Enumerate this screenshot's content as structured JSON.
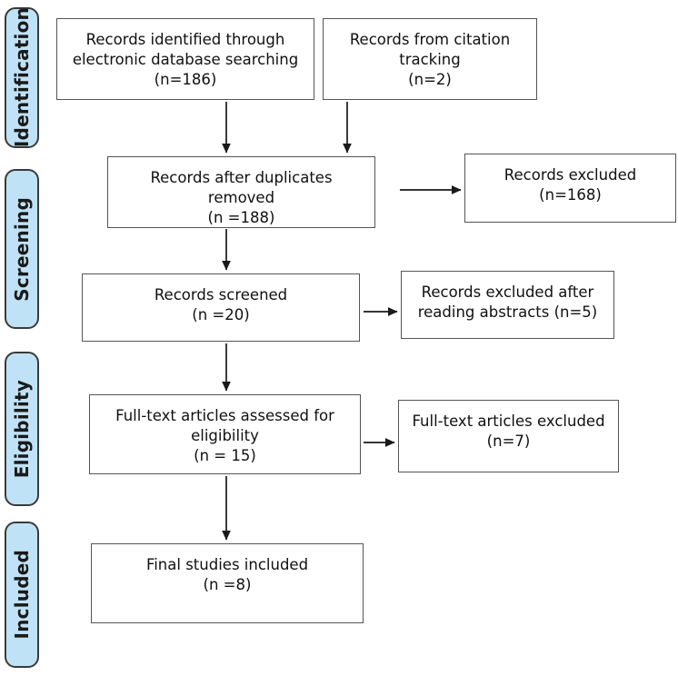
{
  "diagram": {
    "title": "PRISMA study selection flow diagram",
    "type": "flowchart",
    "colors": {
      "stage_tab_fill": "#bfe2f7",
      "stage_tab_border": "#3a3a3a",
      "box_border": "#555555",
      "box_fill": "#ffffff",
      "connector": "#1a1a1a",
      "text": "#111111"
    }
  },
  "stages": [
    {
      "id": "identification",
      "label": "Identification"
    },
    {
      "id": "screening",
      "label": "Screening"
    },
    {
      "id": "eligibility",
      "label": "Eligibility"
    },
    {
      "id": "included",
      "label": "Included"
    }
  ],
  "boxes": [
    {
      "id": "records-identified",
      "text": "Records identified through\nelectronic database searching\n(n=186)",
      "count": 186,
      "stage": "identification"
    },
    {
      "id": "records-citation-tracking",
      "text": "Records from citation\ntracking\n(n=2)",
      "count": 2,
      "stage": "identification"
    },
    {
      "id": "records-after-duplicates",
      "text": "Records after duplicates\nremoved\n(n =188)",
      "count": 188,
      "stage": "screening"
    },
    {
      "id": "records-excluded",
      "text": "Records excluded\n(n=168)",
      "count": 168,
      "stage": "screening"
    },
    {
      "id": "records-screened",
      "text": "Records screened\n(n =20)",
      "count": 20,
      "stage": "screening"
    },
    {
      "id": "records-excluded-abstracts",
      "text": "Records excluded after\nreading abstracts (n=5)",
      "count": 5,
      "stage": "screening"
    },
    {
      "id": "fulltext-assessed",
      "text": "Full-text articles assessed for\neligibility\n(n = 15)",
      "count": 15,
      "stage": "eligibility"
    },
    {
      "id": "fulltext-excluded",
      "text": "Full-text articles excluded\n(n=7)",
      "count": 7,
      "stage": "eligibility"
    },
    {
      "id": "final-studies-included",
      "text": "Final studies included\n(n =8)",
      "count": 8,
      "stage": "included"
    }
  ],
  "connectors": [
    {
      "id": "identified-to-duplicates",
      "from": "records-identified",
      "to": "records-after-duplicates",
      "direction": "down"
    },
    {
      "id": "citation-to-duplicates",
      "from": "records-citation-tracking",
      "to": "records-after-duplicates",
      "direction": "down"
    },
    {
      "id": "duplicates-to-excluded",
      "from": "records-after-duplicates",
      "to": "records-excluded",
      "direction": "right"
    },
    {
      "id": "duplicates-to-screened",
      "from": "records-after-duplicates",
      "to": "records-screened",
      "direction": "down"
    },
    {
      "id": "screened-to-excluded-abstracts",
      "from": "records-screened",
      "to": "records-excluded-abstracts",
      "direction": "right"
    },
    {
      "id": "screened-to-fulltext",
      "from": "records-screened",
      "to": "fulltext-assessed",
      "direction": "down"
    },
    {
      "id": "fulltext-to-excluded",
      "from": "fulltext-assessed",
      "to": "fulltext-excluded",
      "direction": "right"
    },
    {
      "id": "fulltext-to-final",
      "from": "fulltext-assessed",
      "to": "final-studies-included",
      "direction": "down"
    }
  ]
}
